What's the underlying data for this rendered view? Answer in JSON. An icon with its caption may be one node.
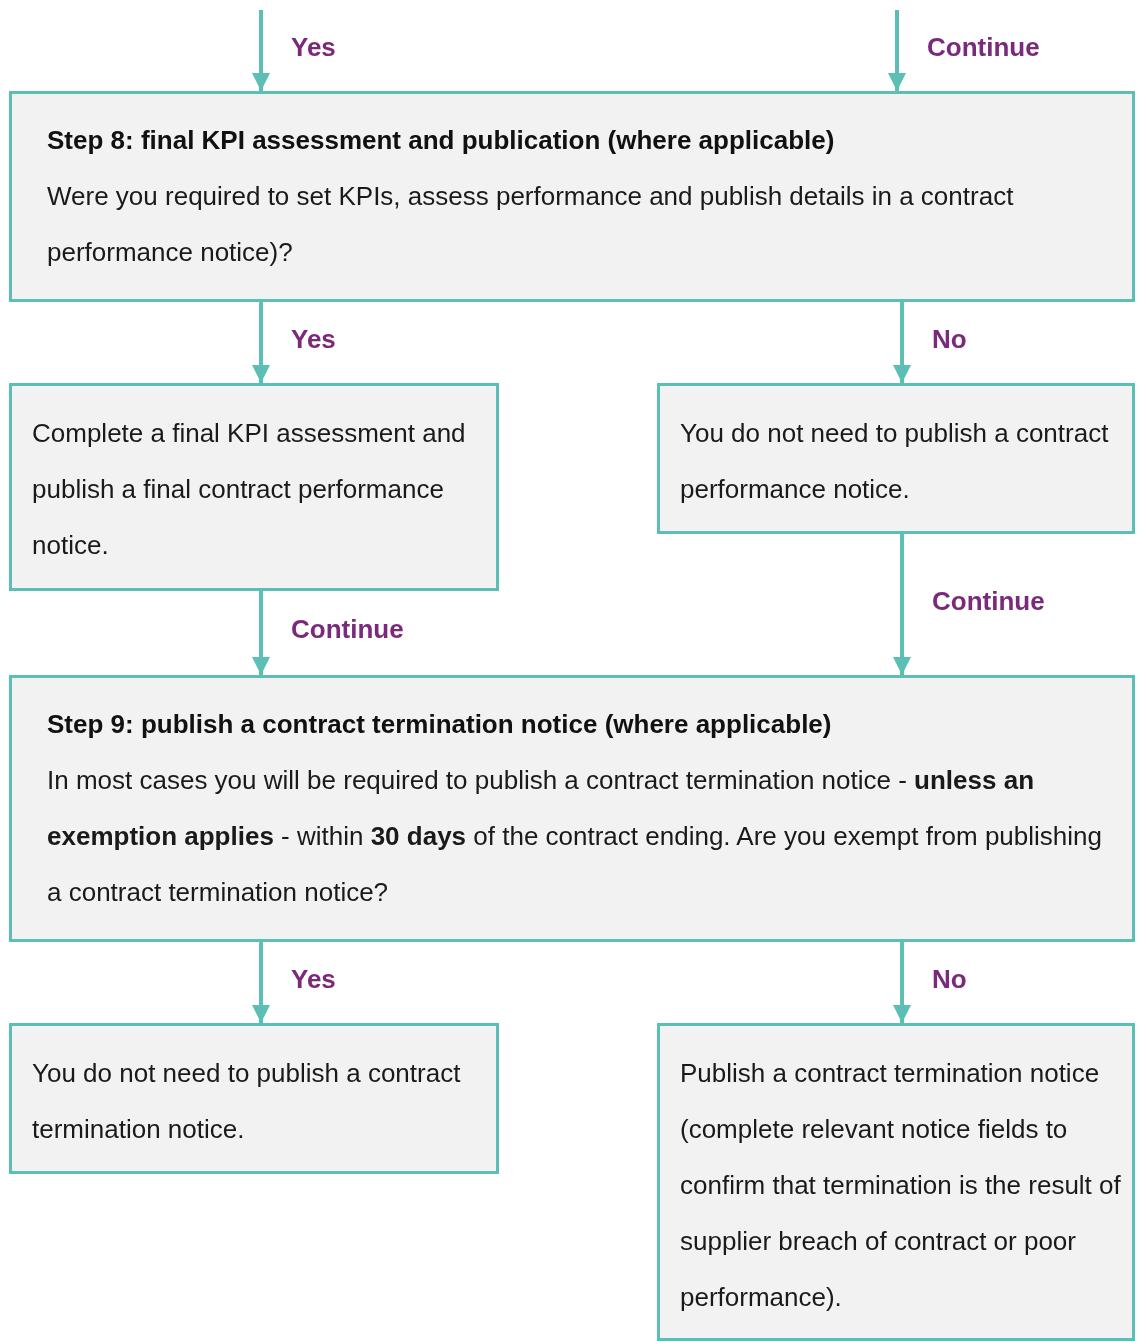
{
  "diagram": {
    "nodes": [
      {
        "text": [
          "Step 8: final KPI assessment and publication (where applicable)",
          "Were you required to set KPIs, assess performance and publish details in a contract performance notice)?"
        ]
      },
      {
        "text": [
          "Complete a final KPI assessment and publish a final contract performance notice."
        ]
      },
      {
        "text": [
          "You do not need to publish a contract performance notice."
        ]
      },
      {
        "text": [
          "Step 9: publish a contract termination notice (where applicable)",
          "In most cases you will be required to publish a contract termination notice - **unless an exemption applies** - within **30 days** of the contract ending. Are you exempt from publishing a contract termination notice?"
        ]
      },
      {
        "text": [
          "You do not need to publish a contract termination notice."
        ]
      },
      {
        "text": [
          "Publish a contract termination notice (complete relevant notice fields to confirm that termination is the result of supplier breach of contract or poor performance)."
        ]
      }
    ],
    "edges": [
      {
        "from": null,
        "to": 0,
        "arrow": "to",
        "label": "Yes"
      },
      {
        "from": null,
        "to": 0,
        "arrow": "to",
        "label": "Continue"
      },
      {
        "from": 0,
        "to": 1,
        "arrow": "to",
        "label": "Yes"
      },
      {
        "from": 0,
        "to": 2,
        "arrow": "to",
        "label": "No"
      },
      {
        "from": 1,
        "to": 3,
        "arrow": "to",
        "label": "Continue"
      },
      {
        "from": 2,
        "to": 3,
        "arrow": "to",
        "label": "Continue"
      },
      {
        "from": 3,
        "to": 4,
        "arrow": "to",
        "label": "Yes"
      },
      {
        "from": 3,
        "to": 5,
        "arrow": "to",
        "label": "No"
      }
    ]
  }
}
